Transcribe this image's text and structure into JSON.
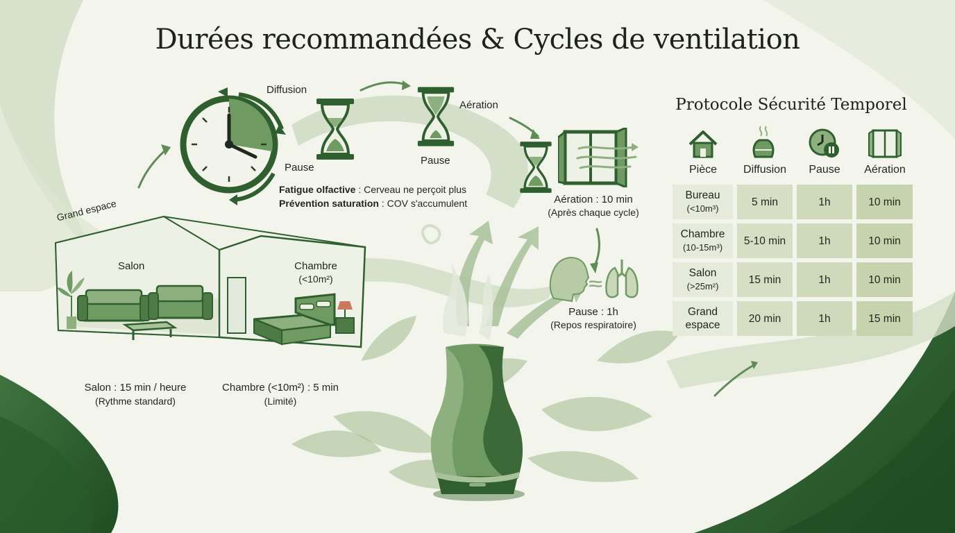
{
  "title": "Durées recommandées & Cycles de ventilation",
  "cycle": {
    "diffusion": "Diffusion",
    "pause_clock": "Pause",
    "pause_hourglass": "Pause",
    "aeration": "Aération",
    "fatigue_label": "Fatigue olfactive",
    "fatigue_text": " : Cerveau ne perçoit plus",
    "prevention_label": "Prévention saturation",
    "prevention_text": " : COV s'accumulent",
    "aeration_detail": "Aération : 10 min",
    "aeration_sub": "(Après chaque cycle)",
    "pause_detail": "Pause : 1h",
    "pause_sub": "(Repos respiratoire)"
  },
  "rooms": {
    "grand_espace": "Grand espace",
    "salon": "Salon",
    "chambre": "Chambre",
    "chambre_size": "(<10m²)",
    "salon_caption": "Salon : 15 min / heure",
    "salon_caption_sub": "(Rythme standard)",
    "chambre_caption": "Chambre (<10m²) : 5 min",
    "chambre_caption_sub": "(Limité)"
  },
  "protocol": {
    "title": "Protocole Sécurité Temporel",
    "headers": [
      "Pièce",
      "Diffusion",
      "Pause",
      "Aération"
    ],
    "header_icons": [
      "house-icon",
      "diffuser-icon",
      "clock-pause-icon",
      "window-icon"
    ],
    "rows": [
      {
        "room_l1": "Bureau",
        "room_l2": "(<10m³)",
        "diffusion": "5 min",
        "pause": "1h",
        "aeration": "10 min"
      },
      {
        "room_l1": "Chambre",
        "room_l2": "(10-15m³)",
        "diffusion": "5-10 min",
        "pause": "1h",
        "aeration": "10 min"
      },
      {
        "room_l1": "Salon",
        "room_l2": "(>25m²)",
        "diffusion": "15 min",
        "pause": "1h",
        "aeration": "10 min"
      },
      {
        "room_l1": "Grand",
        "room_l2": "espace",
        "diffusion": "20 min",
        "pause": "1h",
        "aeration": "15 min"
      }
    ]
  },
  "colors": {
    "dark_green": "#2f5f2e",
    "mid_green": "#6e9a62",
    "light_green": "#c8d8b8",
    "background": "#f3f4ec"
  }
}
